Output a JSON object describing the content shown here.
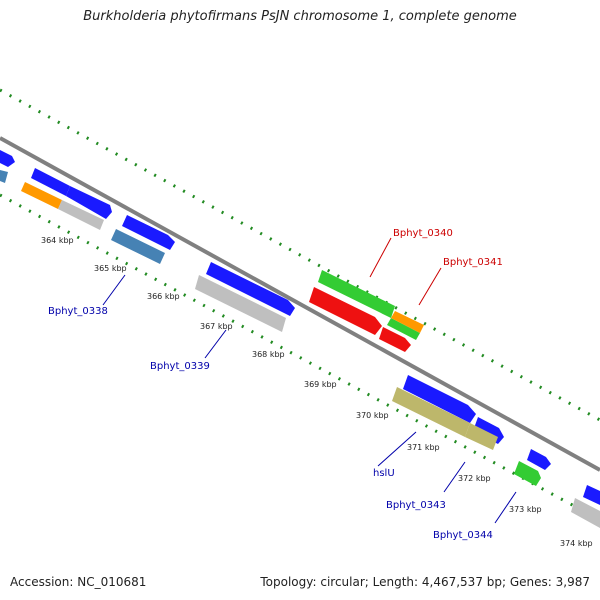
{
  "title": "Burkholderia phytofirmans PsJN chromosome 1, complete genome",
  "footer": {
    "accession": "Accession: NC_010681",
    "summary": "Topology: circular; Length: 4,467,537 bp; Genes: 3,987"
  },
  "colors": {
    "backbone": "#808080",
    "tick_dots": "#228B22",
    "cds_blue": "#1a1aff",
    "steel_blue": "#4682b4",
    "gray_gene": "#bfbfbf",
    "orange": "#ff9900",
    "green": "#33cc33",
    "red": "#ee1111",
    "khaki": "#bdb76b",
    "label_blue": "#0000aa",
    "label_red": "#cc0000"
  },
  "kbp_labels": [
    "364 kbp",
    "365 kbp",
    "366 kbp",
    "367 kbp",
    "368 kbp",
    "369 kbp",
    "370 kbp",
    "371 kbp",
    "372 kbp",
    "373 kbp",
    "374 kbp"
  ],
  "gene_labels": {
    "g1": "Bphyt_0338",
    "g2": "Bphyt_0339",
    "g3": "Bphyt_0340",
    "g4": "Bphyt_0341",
    "g5": "hslU",
    "g6": "Bphyt_0343",
    "g7": "Bphyt_0344"
  }
}
